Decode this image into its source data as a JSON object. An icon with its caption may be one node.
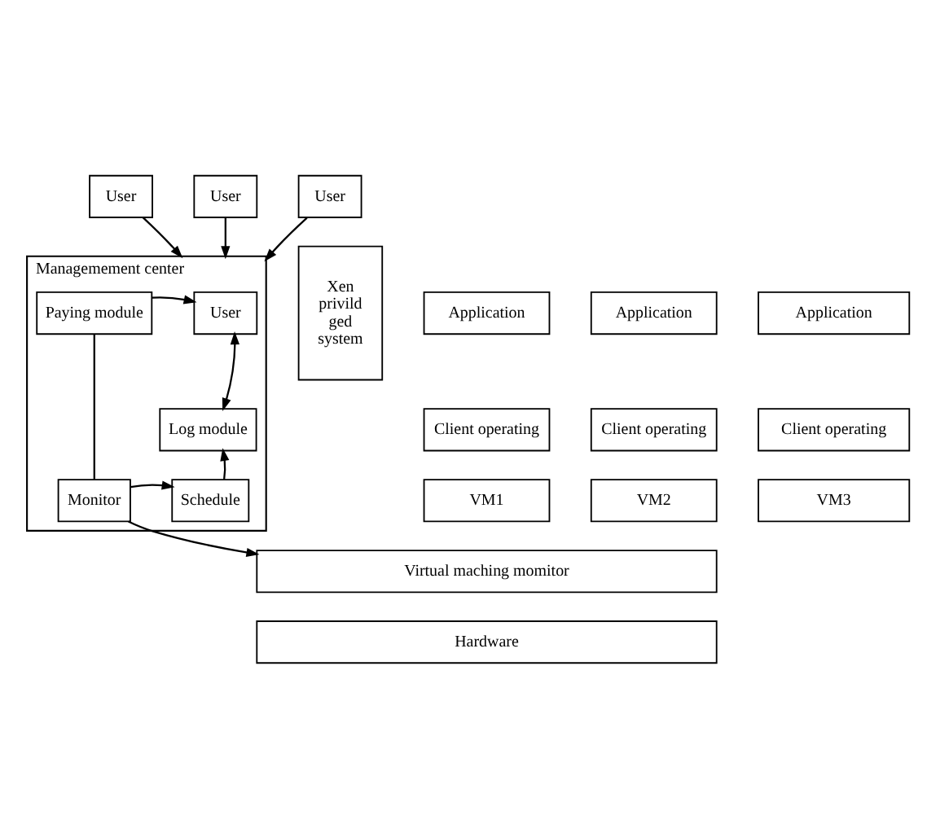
{
  "diagram": {
    "nodes": [
      {
        "text": [
          "User"
        ]
      },
      {
        "text": [
          "User"
        ]
      },
      {
        "text": [
          "User"
        ]
      },
      {
        "text": [
          "Managemement center"
        ]
      },
      {
        "text": [
          "User"
        ],
        "in": 3
      },
      {
        "text": [
          "Paying module"
        ],
        "in": 3
      },
      {
        "text": [
          "Log module"
        ],
        "in": 3
      },
      {
        "text": [
          "Schedule"
        ],
        "in": 3
      },
      {
        "text": [
          "Monitor"
        ],
        "in": 3
      },
      {
        "text": [
          "Xen privild ged system"
        ]
      },
      {
        "text": [
          "Application"
        ]
      },
      {
        "text": [
          "Client operating"
        ]
      },
      {
        "text": [
          "VM1"
        ]
      },
      {
        "text": [
          "Application"
        ]
      },
      {
        "text": [
          "Client operating"
        ]
      },
      {
        "text": [
          "VM2"
        ]
      },
      {
        "text": [
          "Application"
        ]
      },
      {
        "text": [
          "Client operating"
        ]
      },
      {
        "text": [
          "VM3"
        ]
      },
      {
        "text": [
          "Virtual maching momitor"
        ]
      },
      {
        "text": [
          "Hardware"
        ]
      }
    ],
    "edges": [
      {
        "from": 0,
        "to": 3,
        "arrow": "to"
      },
      {
        "from": 1,
        "to": 3,
        "arrow": "to"
      },
      {
        "from": 2,
        "to": 3,
        "arrow": "to"
      },
      {
        "from": 5,
        "to": 4,
        "arrow": "to"
      },
      {
        "from": 6,
        "to": 4,
        "arrow": "both"
      },
      {
        "from": 7,
        "to": 6,
        "arrow": "to"
      },
      {
        "from": 5,
        "to": 8,
        "arrow": "none"
      },
      {
        "from": 8,
        "to": 7,
        "arrow": "to"
      },
      {
        "from": 8,
        "to": 19,
        "arrow": "to"
      }
    ]
  }
}
